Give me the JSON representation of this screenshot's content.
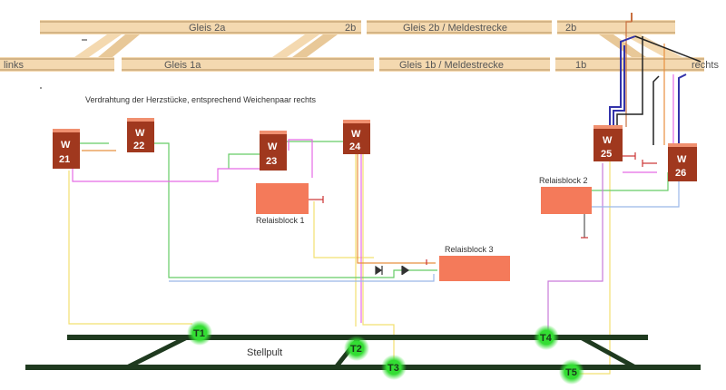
{
  "tracks": {
    "top": [
      {
        "id": "top-left",
        "label": "Gleis   2a"
      },
      {
        "id": "top-mid-left",
        "label": "2b"
      },
      {
        "id": "top-mid",
        "label": "Gleis 2b / Meldestrecke"
      },
      {
        "id": "top-right",
        "label": "2b"
      }
    ],
    "bottom": [
      {
        "id": "bot-links",
        "label": "links"
      },
      {
        "id": "bot-1a",
        "label": "Gleis 1a"
      },
      {
        "id": "bot-1b",
        "label": "Gleis 1b / Meldestrecke"
      },
      {
        "id": "bot-1b-short",
        "label": "1b"
      },
      {
        "id": "bot-rechts",
        "label": "rechts"
      }
    ]
  },
  "caption": "Verdrahtung der Herzstücke, entsprechend Weichenpaar rechts",
  "switches": [
    {
      "id": "w21",
      "label_top": "W",
      "label_num": "21"
    },
    {
      "id": "w22",
      "label_top": "W",
      "label_num": "22"
    },
    {
      "id": "w23",
      "label_top": "W",
      "label_num": "23"
    },
    {
      "id": "w24",
      "label_top": "W",
      "label_num": "24"
    },
    {
      "id": "w25",
      "label_top": "W",
      "label_num": "25"
    },
    {
      "id": "w26",
      "label_top": "W",
      "label_num": "26"
    }
  ],
  "relays": [
    {
      "id": "relais1",
      "label": "Relaisblock 1"
    },
    {
      "id": "relais2",
      "label": "Relaisblock 2"
    },
    {
      "id": "relais3",
      "label": "Relaisblock 3"
    }
  ],
  "panel": {
    "label": "Stellpult",
    "buttons": [
      "T1",
      "T2",
      "T3",
      "T4",
      "T5"
    ]
  },
  "colors": {
    "track_fill": "#f4d9b0",
    "track_stripe": "#d8b888",
    "switch_fill": "#a0381e",
    "relay_fill": "#f47a5a",
    "panel_track": "#1f3a1f",
    "button_glow": "#33dd33"
  }
}
